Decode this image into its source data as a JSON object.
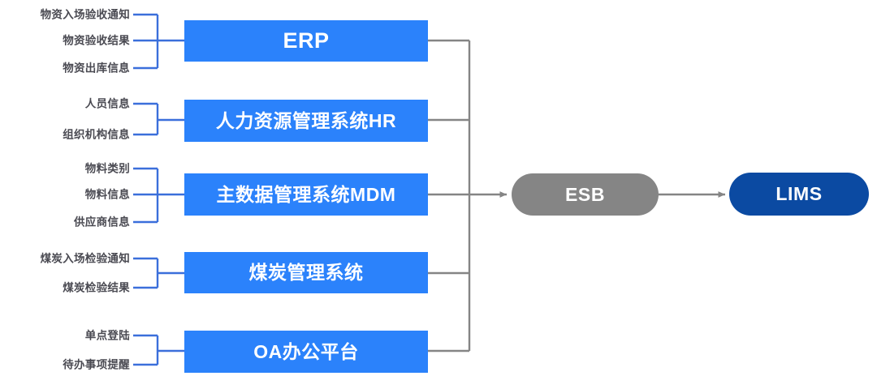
{
  "diagram": {
    "type": "system-integration-flow",
    "colors": {
      "source_box_blue": "#2b82fb",
      "bracket_blue": "#3b6fdb",
      "trunk_gray": "#858585",
      "esb_gray": "#858585",
      "lims_blue": "#0b4aa2",
      "label_gray": "#4a4a52",
      "background": "#ffffff"
    },
    "groups": [
      {
        "system": "ERP",
        "labels": [
          "物资入场验收通知",
          "物资验收结果",
          "物资出库信息"
        ]
      },
      {
        "system": "人力资源管理系统HR",
        "labels": [
          "人员信息",
          "组织机构信息"
        ]
      },
      {
        "system": "主数据管理系统MDM",
        "labels": [
          "物料类别",
          "物料信息",
          "供应商信息"
        ]
      },
      {
        "system": "煤炭管理系统",
        "labels": [
          "煤炭入场检验通知",
          "煤炭检验结果"
        ]
      },
      {
        "system": "OA办公平台",
        "labels": [
          "单点登陆",
          "待办事项提醒"
        ]
      }
    ],
    "hub": {
      "label": "ESB"
    },
    "target": {
      "label": "LIMS"
    }
  }
}
